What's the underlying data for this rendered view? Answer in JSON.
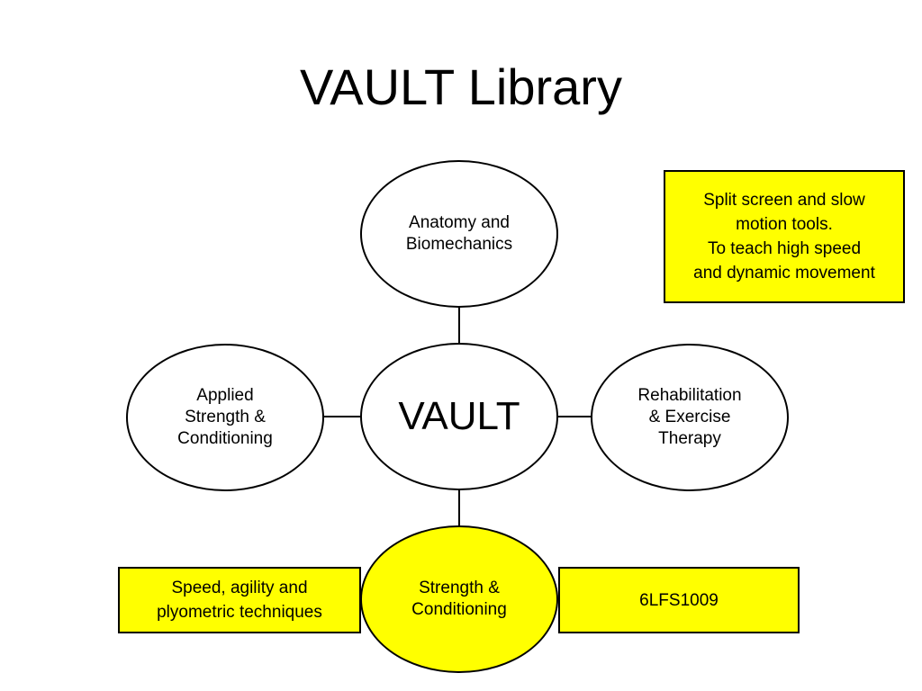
{
  "title": "VAULT Library",
  "colors": {
    "highlight": "#ffff00",
    "outline": "#000000",
    "background": "#ffffff"
  },
  "nodes": {
    "top": {
      "lines": [
        "Anatomy and",
        "Biomechanics"
      ]
    },
    "left": {
      "lines": [
        "Applied",
        "Strength &",
        "Conditioning"
      ]
    },
    "center": {
      "lines": [
        "VAULT"
      ]
    },
    "right": {
      "lines": [
        "Rehabilitation",
        "& Exercise",
        "Therapy"
      ]
    },
    "bottom": {
      "lines": [
        "Strength &",
        "Conditioning"
      ]
    }
  },
  "notes": {
    "top_right": {
      "lines": [
        "Split screen and slow",
        "motion tools.",
        "To teach high speed",
        "and dynamic movement"
      ]
    },
    "bottom_left": {
      "lines": [
        "Speed, agility and",
        "plyometric techniques"
      ]
    },
    "bottom_right": {
      "lines": [
        "6LFS1009"
      ]
    }
  }
}
